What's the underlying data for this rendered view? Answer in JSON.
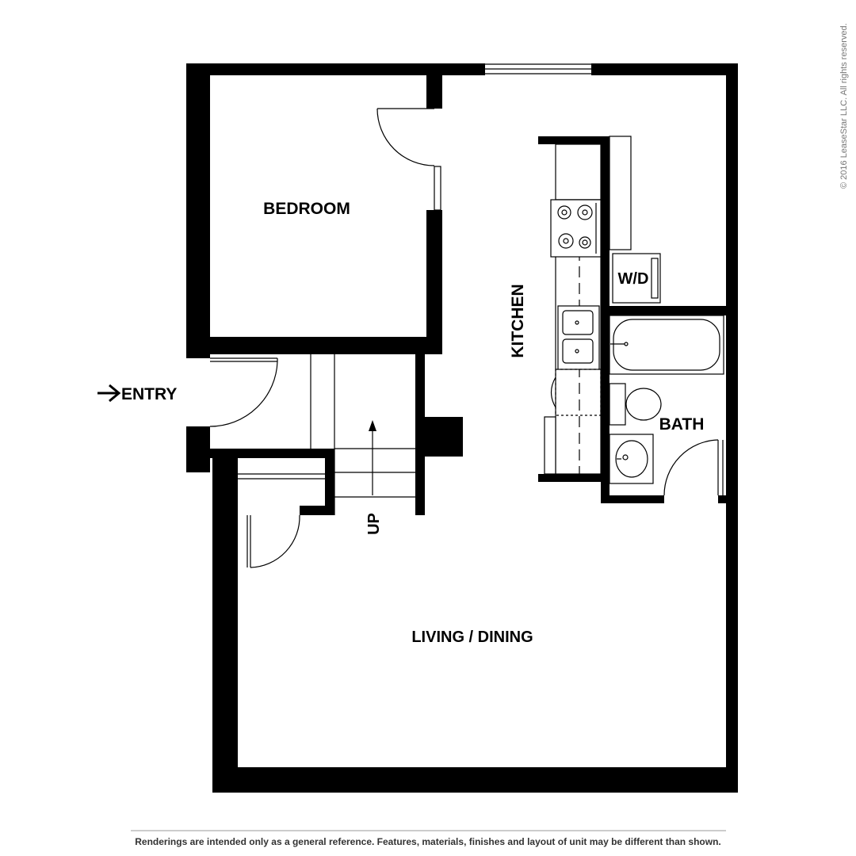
{
  "rooms": {
    "bedroom": "BEDROOM",
    "kitchen": "KITCHEN",
    "washer_dryer": "W/D",
    "bath": "BATH",
    "living_dining": "LIVING / DINING"
  },
  "entry": {
    "label": "ENTRY",
    "arrow_icon": "arrow-right-icon"
  },
  "stairs": {
    "label": "UP",
    "arrow_icon": "arrow-up-icon"
  },
  "copyright": "© 2016 LeaseStar LLC. All rights reserved.",
  "disclaimer": "Renderings are intended only as a general reference. Features, materials, finishes and layout of unit may be different than shown.",
  "colors": {
    "wall": "#000000",
    "background": "#ffffff"
  }
}
